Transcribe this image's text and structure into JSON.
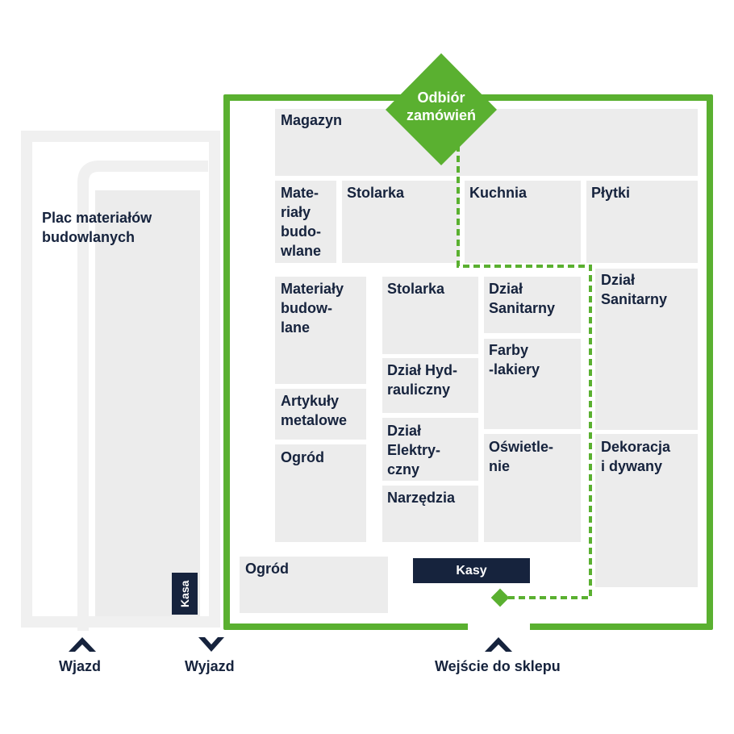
{
  "colors": {
    "accent": "#5ab030",
    "navy": "#16233d",
    "zone": "#ececec",
    "yard": "#f0f0f0"
  },
  "yard": {
    "label": "Plac materiałów\nbudowlanych"
  },
  "pickup": {
    "label": "Odbiór\nzamówień",
    "icon": "diamond-shape"
  },
  "departments": {
    "magazyn": "Magazyn",
    "materialy_top": "Mate-\nriały\nbudo-\nwlane",
    "stolarka_top": "Stolarka",
    "kuchnia": "Kuchnia",
    "plytki": "Płytki",
    "materialy_mid": "Materiały\nbudow-\nlane",
    "stolarka_mid": "Stolarka",
    "sanitarny_mid": "Dział\nSanitarny",
    "sanitarny_right": "Dział\nSanitarny",
    "farby": "Farby\n-lakiery",
    "hydrauliczny": "Dział Hyd-\nrauliczny",
    "artykuly": "Artykuły\nmetalowe",
    "elektryczny": "Dział\nElektry-\nczny",
    "oswietlenie": "Oświetle-\nnie",
    "dekoracja": "Dekoracja\ni dywany",
    "ogrod_mid": "Ogród",
    "narzedzia": "Narzędzia",
    "ogrod_bottom": "Ogród"
  },
  "checkouts": {
    "kasa": "Kasa",
    "kasy": "Kasy"
  },
  "entrances": {
    "wjazd": {
      "label": "Wjazd",
      "icon": "chevron-up-icon"
    },
    "wyjazd": {
      "label": "Wyjazd",
      "icon": "chevron-down-icon"
    },
    "wejscie": {
      "label": "Wejście do sklepu",
      "icon": "chevron-up-icon"
    }
  }
}
